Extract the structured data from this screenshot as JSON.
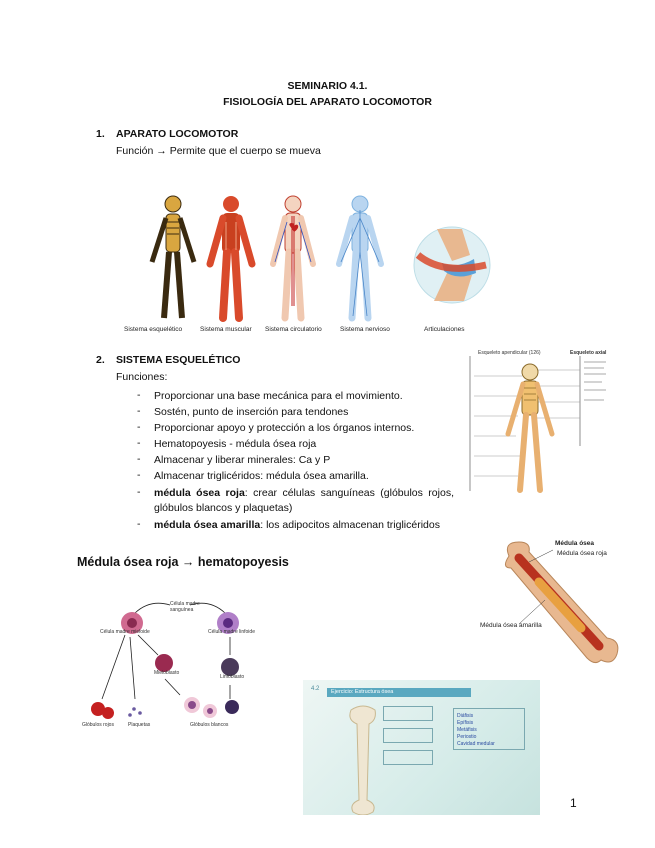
{
  "title_line1": "SEMINARIO 4.1.",
  "title_line2": "FISIOLOGÍA DEL APARATO LOCOMOTOR",
  "section1": {
    "number": "1.",
    "heading": "APARATO LOCOMOTOR",
    "line": "Función → Permite que el cuerpo se mueva",
    "captions": [
      "Sistema esquelético",
      "Sistema muscular",
      "Sistema circulatorio",
      "Sistema nervioso",
      "Articulaciones"
    ]
  },
  "section2": {
    "number": "2.",
    "heading": "SISTEMA ESQUELÉTICO",
    "intro": "Funciones:",
    "bullets": [
      {
        "bold": "",
        "text": "Proporcionar una base mecánica para el movimiento."
      },
      {
        "bold": "",
        "text": "Sostén, punto de inserción para tendones"
      },
      {
        "bold": "",
        "text": "Proporcionar apoyo y protección a los órganos internos."
      },
      {
        "bold": "",
        "text": "Hematopoyesis - médula ósea roja"
      },
      {
        "bold": "",
        "text": "Almacenar y liberar minerales: Ca y P"
      },
      {
        "bold": "",
        "text": "Almacenar triglicéridos: médula ósea amarilla."
      },
      {
        "bold": "médula ósea roja",
        "text": ": crear células sanguíneas (glóbulos rojos, glóbulos blancos y plaquetas)"
      },
      {
        "bold": "médula ósea amarilla",
        "text": ": los adipocitos almacenan triglicéridos"
      }
    ],
    "skeleton_top_label": "Esqueleto apendicular (126)",
    "skeleton_right_label": "Esqueleto axial"
  },
  "marrow": {
    "heading": "Médula ósea roja → hematopoyesis",
    "bone_label_top": "Médula ósea",
    "bone_label_red": "Médula ósea roja",
    "bone_label_yellow": "Médula ósea amarilla",
    "diagram": {
      "stem": "Célula madre sanguínea",
      "myeloid": "Célula madre mieloide",
      "lymphoid": "Célula madre linfoide",
      "myeloblast": "Mieloblasto",
      "lymphoblast": "Linfoblasto",
      "rbc": "Glóbulos rojos",
      "platelets": "Plaquetas",
      "wbc": "Glóbulos blancos"
    },
    "slide": {
      "title": "Ejercicio: Estructura ósea",
      "slide_number": "4.2",
      "items": [
        "Diáfisis",
        "Epífisis",
        "Metáfisis",
        "Periostio",
        "Cavidad medular"
      ]
    }
  },
  "page_number": "1",
  "colors": {
    "bone": "#e8b890",
    "marrow_red": "#b8321f",
    "marrow_yellow": "#e8a040",
    "muscle": "#d94a2b",
    "nerve": "#7fb3e0",
    "slide_bg": "#d6ece9"
  }
}
